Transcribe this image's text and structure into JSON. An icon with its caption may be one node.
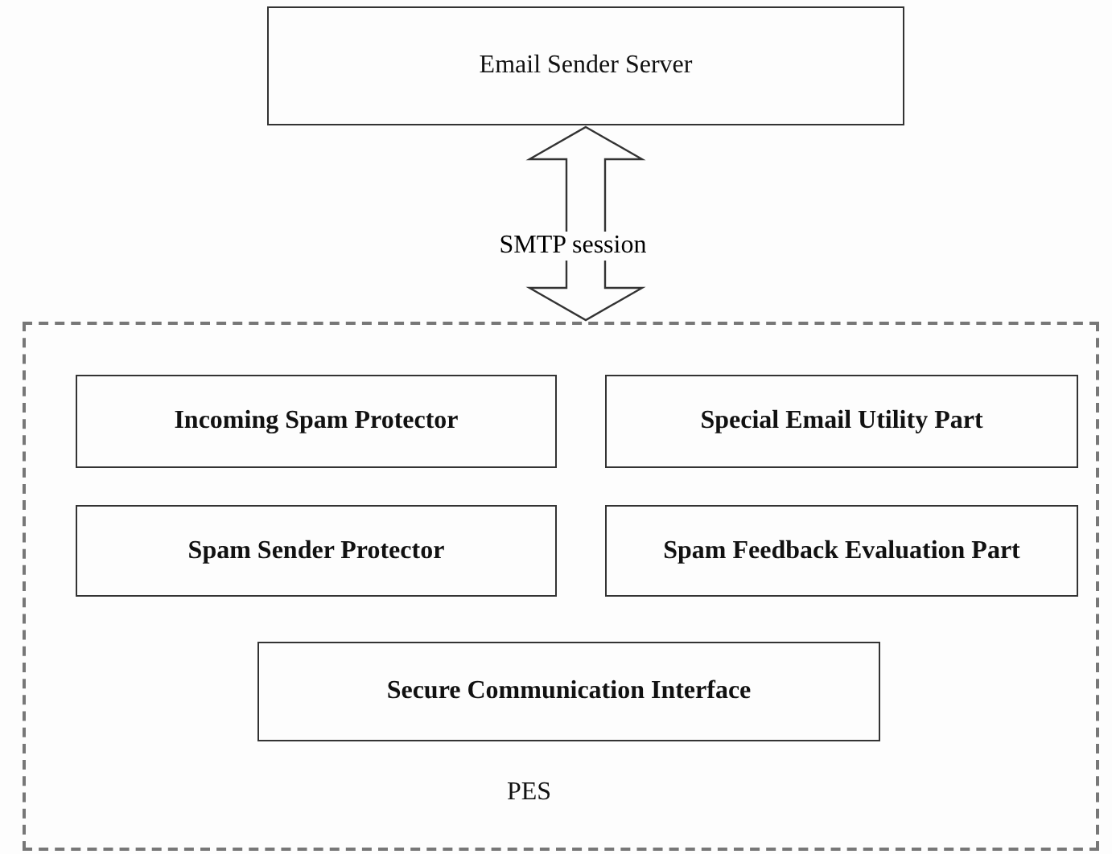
{
  "diagram": {
    "nodes": [
      {
        "text": [
          "Email Sender Server"
        ]
      },
      {
        "text": [
          "PES"
        ]
      },
      {
        "text": [
          "Incoming Spam Protector"
        ],
        "in": 1
      },
      {
        "text": [
          "Special Email Utility Part"
        ],
        "in": 1
      },
      {
        "text": [
          "Spam Sender Protector"
        ],
        "in": 1
      },
      {
        "text": [
          "Spam Feedback Evaluation Part"
        ],
        "in": 1
      },
      {
        "text": [
          "Secure Communication Interface"
        ],
        "in": 1
      }
    ],
    "edges": [
      {
        "from": 0,
        "to": 1,
        "arrow": "both",
        "label": "SMTP session",
        "style": "thick"
      }
    ]
  }
}
